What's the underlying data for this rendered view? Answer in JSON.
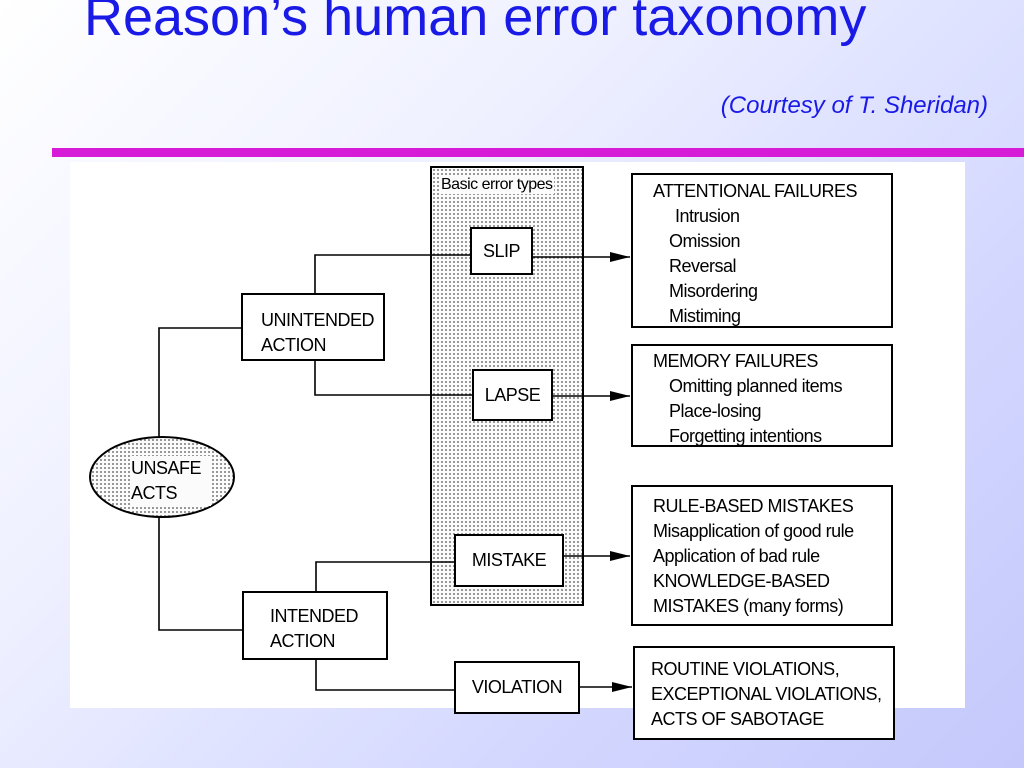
{
  "title": "Reason’s human error taxonomy",
  "subtitle": "(Courtesy of T. Sheridan)",
  "colors": {
    "title": "#1a1ae6",
    "rule": "#d61cd6"
  },
  "diagram": {
    "root": "UNSAFE ACTS",
    "column_label": "Basic error types",
    "branches": {
      "unintended": "UNINTENDED ACTION",
      "intended": "INTENDED ACTION"
    },
    "types": {
      "slip": "SLIP",
      "lapse": "LAPSE",
      "mistake": "MISTAKE",
      "violation": "VIOLATION"
    },
    "outcomes": {
      "attentional": {
        "heading": "ATTENTIONAL FAILURES",
        "items": [
          "Intrusion",
          "Omission",
          "Reversal",
          "Misordering",
          "Mistiming"
        ]
      },
      "memory": {
        "heading": "MEMORY FAILURES",
        "items": [
          "Omitting planned items",
          "Place-losing",
          "Forgetting intentions"
        ]
      },
      "mistakes": {
        "lines": [
          "RULE-BASED MISTAKES",
          "Misapplication of good rule",
          "Application of bad rule",
          "KNOWLEDGE-BASED",
          "MISTAKES (many forms)"
        ]
      },
      "violations": {
        "lines": [
          "ROUTINE VIOLATIONS,",
          "EXCEPTIONAL VIOLATIONS,",
          "ACTS OF SABOTAGE"
        ]
      }
    }
  }
}
